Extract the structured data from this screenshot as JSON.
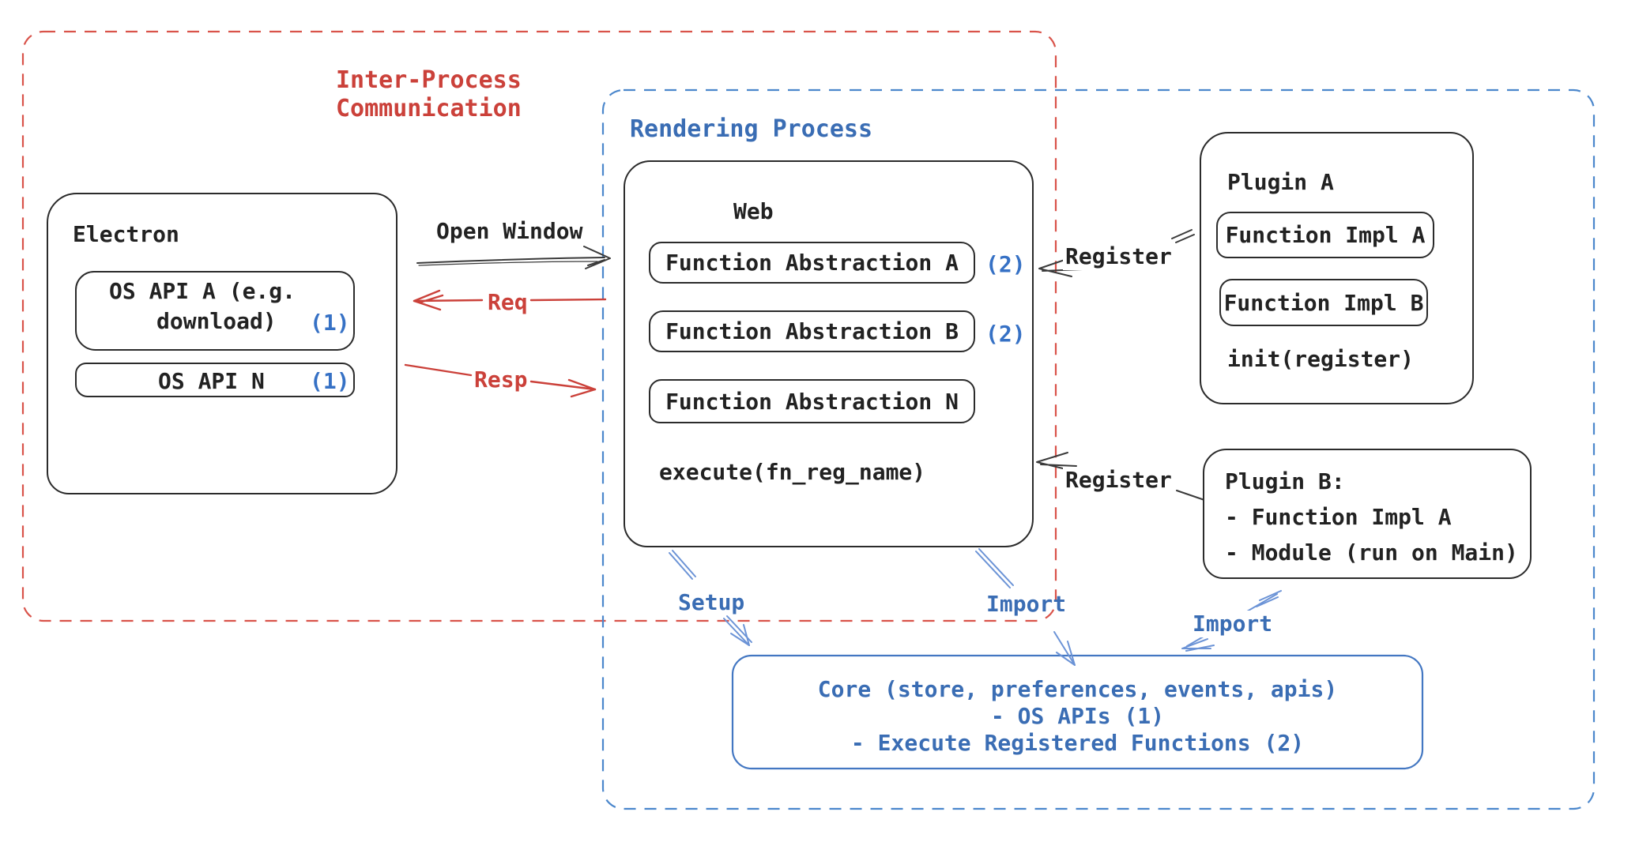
{
  "colors": {
    "ink": "#222222",
    "ink_line": "#3a3a3a",
    "red_text": "#cb413a",
    "red_dash": "#d9534a",
    "blue_text": "#3a6db4",
    "blue_ref": "#3671c5",
    "blue_dash": "#4b87cc",
    "blue_arrow": "#6b93d6",
    "core_border": "#4377c2"
  },
  "regions": {
    "ipc": {
      "label_line1": "Inter-Process",
      "label_line2": "Communication"
    },
    "rendering": {
      "label": "Rendering Process"
    }
  },
  "electron": {
    "title": "Electron",
    "os_api_a": {
      "line1": "OS API A (e.g.",
      "line2": "download)",
      "ref": "(1)"
    },
    "os_api_n": {
      "label": "OS API N",
      "ref": "(1)"
    }
  },
  "web": {
    "title": "Web",
    "abstractions": [
      {
        "label": "Function Abstraction A",
        "ref": "(2)"
      },
      {
        "label": "Function Abstraction B",
        "ref": "(2)"
      },
      {
        "label": "Function Abstraction N",
        "ref": ""
      }
    ],
    "execute_label": "execute(fn_reg_name)"
  },
  "plugin_a": {
    "title": "Plugin A",
    "impls": [
      "Function Impl A",
      "Function Impl B"
    ],
    "init_label": "init(register)"
  },
  "plugin_b": {
    "title": "Plugin B:",
    "items": [
      "- Function Impl A",
      "- Module (run on Main)"
    ]
  },
  "core": {
    "line1": "Core (store, preferences, events, apis)",
    "line2": "- OS APIs (1)",
    "line3": "- Execute Registered Functions (2)"
  },
  "arrows": {
    "open_window": "Open Window",
    "req": "Req",
    "resp": "Resp",
    "register_top": "Register",
    "register_bottom": "Register",
    "setup": "Setup",
    "import_mid": "Import",
    "import_right": "Import"
  }
}
